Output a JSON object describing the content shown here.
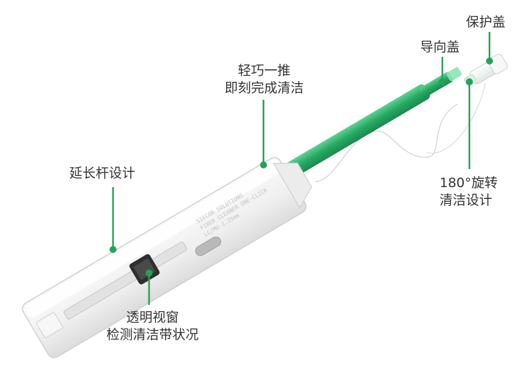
{
  "labels": {
    "protective_cap": "保护盖",
    "guide_cap": "导向盖",
    "one_push_line1": "轻巧一推",
    "one_push_line2": "即刻完成清洁",
    "extended_rod": "延长杆设计",
    "rotation_line1": "180°旋转",
    "rotation_line2": "清洁设计",
    "window_line1": "透明视窗",
    "window_line2": "检测清洁带状况"
  },
  "body_print": {
    "line1": "SIECOR SOLUTIONS",
    "line2": "FIBER CLEANER ONE-CLICK",
    "line3": "LC/MU 1.25mm"
  },
  "colors": {
    "accent": "#1e9e5a",
    "pointer_line": "#2ea05a",
    "pointer_dot": "#21a35a",
    "green_rod": "#2bb06a",
    "green_rod_dark": "#1f8a52",
    "body": "#f1f1f1",
    "text": "#333333"
  }
}
